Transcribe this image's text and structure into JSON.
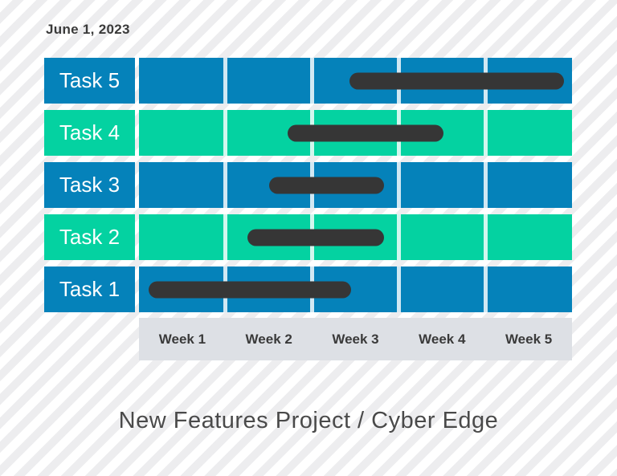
{
  "header": {
    "date": "June 1, 2023"
  },
  "footer": {
    "title": "New Features Project / Cyber Edge"
  },
  "colors": {
    "blue": "#0582ba",
    "green": "#04d2a1",
    "bar": "#363636",
    "axis_bg": "#dde0e5",
    "text_dark": "#3a3a3a",
    "title_text": "#4a4a4a",
    "label_text": "#ffffff",
    "stripe": "#ededef",
    "background": "#ffffff"
  },
  "chart_data": {
    "type": "gantt",
    "title": "New Features Project / Cyber Edge",
    "start_date": "June 1, 2023",
    "x_axis": {
      "labels": [
        "Week 1",
        "Week 2",
        "Week 3",
        "Week 4",
        "Week 5"
      ],
      "weeks_total": 5
    },
    "grid": "vertical white lines at each week boundary",
    "legend": "none",
    "tasks": [
      {
        "name": "Task 5",
        "row_color": "blue",
        "start_week": 2.43,
        "end_week": 4.91
      },
      {
        "name": "Task 4",
        "row_color": "green",
        "start_week": 1.72,
        "end_week": 3.52
      },
      {
        "name": "Task 3",
        "row_color": "blue",
        "start_week": 1.5,
        "end_week": 2.83
      },
      {
        "name": "Task 2",
        "row_color": "green",
        "start_week": 1.25,
        "end_week": 2.83
      },
      {
        "name": "Task 1",
        "row_color": "blue",
        "start_week": 0.11,
        "end_week": 2.45
      }
    ]
  }
}
